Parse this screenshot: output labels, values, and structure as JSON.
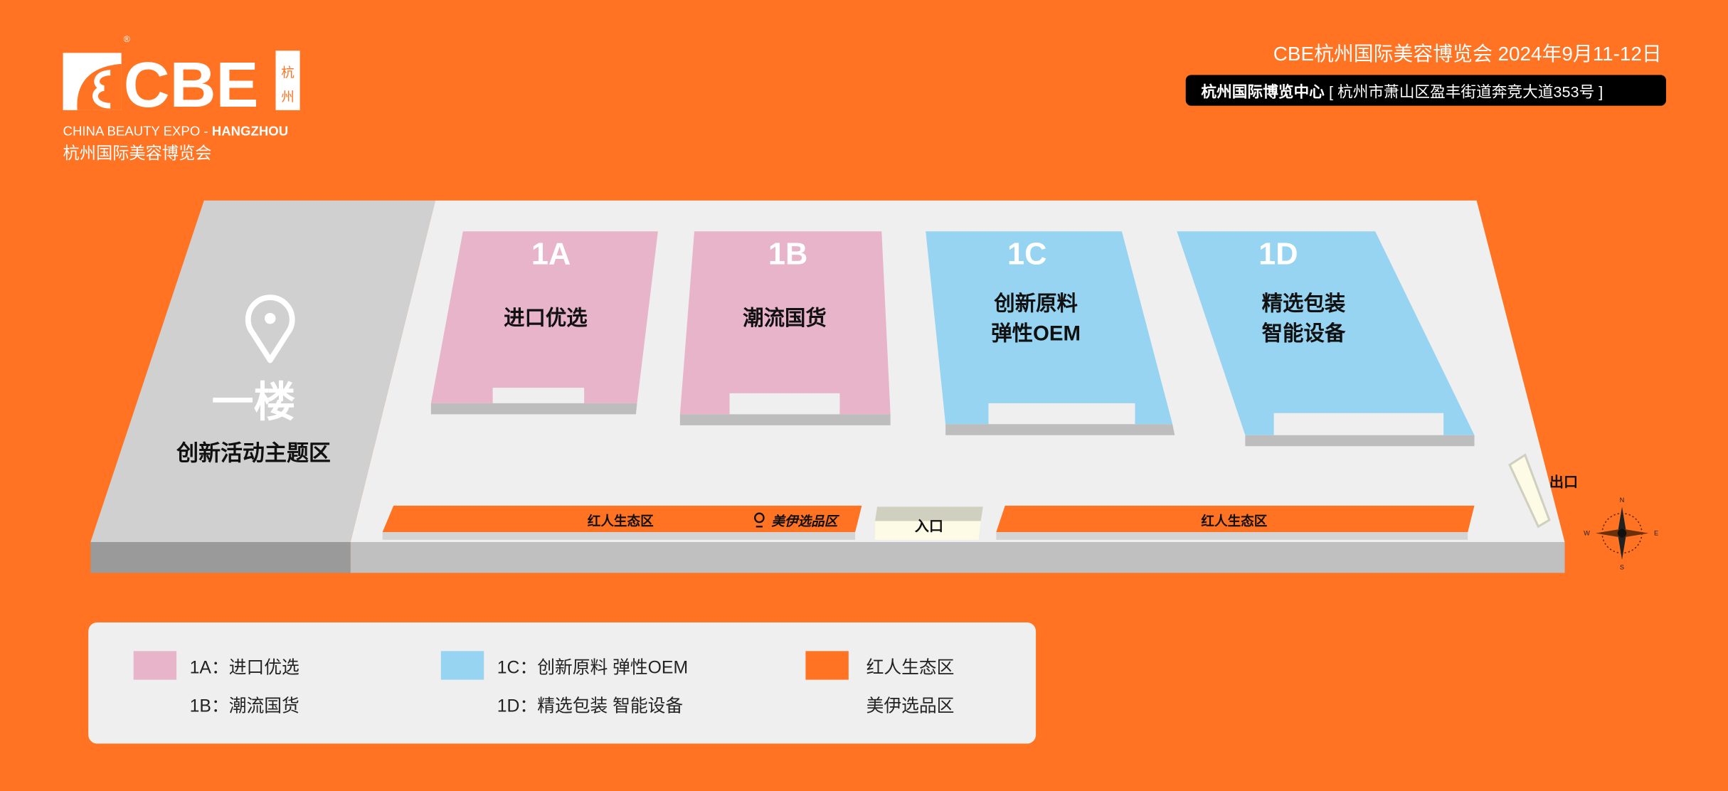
{
  "colors": {
    "background": "#ff7322",
    "pink": "#e8b4ca",
    "blue": "#96d4f2",
    "orange": "#ff7322",
    "floor": "#efefef",
    "theme_zone": "#d0d0d0"
  },
  "logo": {
    "brand": "CBE",
    "city_badge": "杭州",
    "registered": "®",
    "subtitle_en_light": "CHINA BEAUTY EXPO - ",
    "subtitle_en_bold": "HANGZHOU",
    "subtitle_cn": "杭州国际美容博览会"
  },
  "header": {
    "title": "CBE杭州国际美容博览会 2024年9月11-12日",
    "venue": "杭州国际博览中心",
    "address": "[ 杭州市萧山区盈丰街道奔竞大道353号 ]"
  },
  "map": {
    "theme_zone": {
      "icon": "location-pin-icon",
      "floor": "一楼",
      "label": "创新活动主题区"
    },
    "halls": [
      {
        "id": "1A",
        "lines": [
          "进口优选"
        ]
      },
      {
        "id": "1B",
        "lines": [
          "潮流国货"
        ]
      },
      {
        "id": "1C",
        "lines": [
          "创新原料",
          "弹性OEM"
        ]
      },
      {
        "id": "1D",
        "lines": [
          "精选包装",
          "智能设备"
        ]
      }
    ],
    "strip_left": "红人生态区",
    "strip_left_brand": "美伊选品区",
    "entrance": "入口",
    "strip_right": "红人生态区",
    "exit": "出口",
    "compass": {
      "n": "N",
      "s": "S",
      "e": "E",
      "w": "W"
    }
  },
  "legend": [
    {
      "swatch": "pink",
      "lines": [
        "1A：进口优选",
        "1B：潮流国货"
      ]
    },
    {
      "swatch": "blue",
      "lines": [
        "1C：创新原料 弹性OEM",
        "1D：精选包装 智能设备"
      ]
    },
    {
      "swatch": "orange",
      "lines": [
        "红人生态区",
        "美伊选品区"
      ]
    }
  ]
}
